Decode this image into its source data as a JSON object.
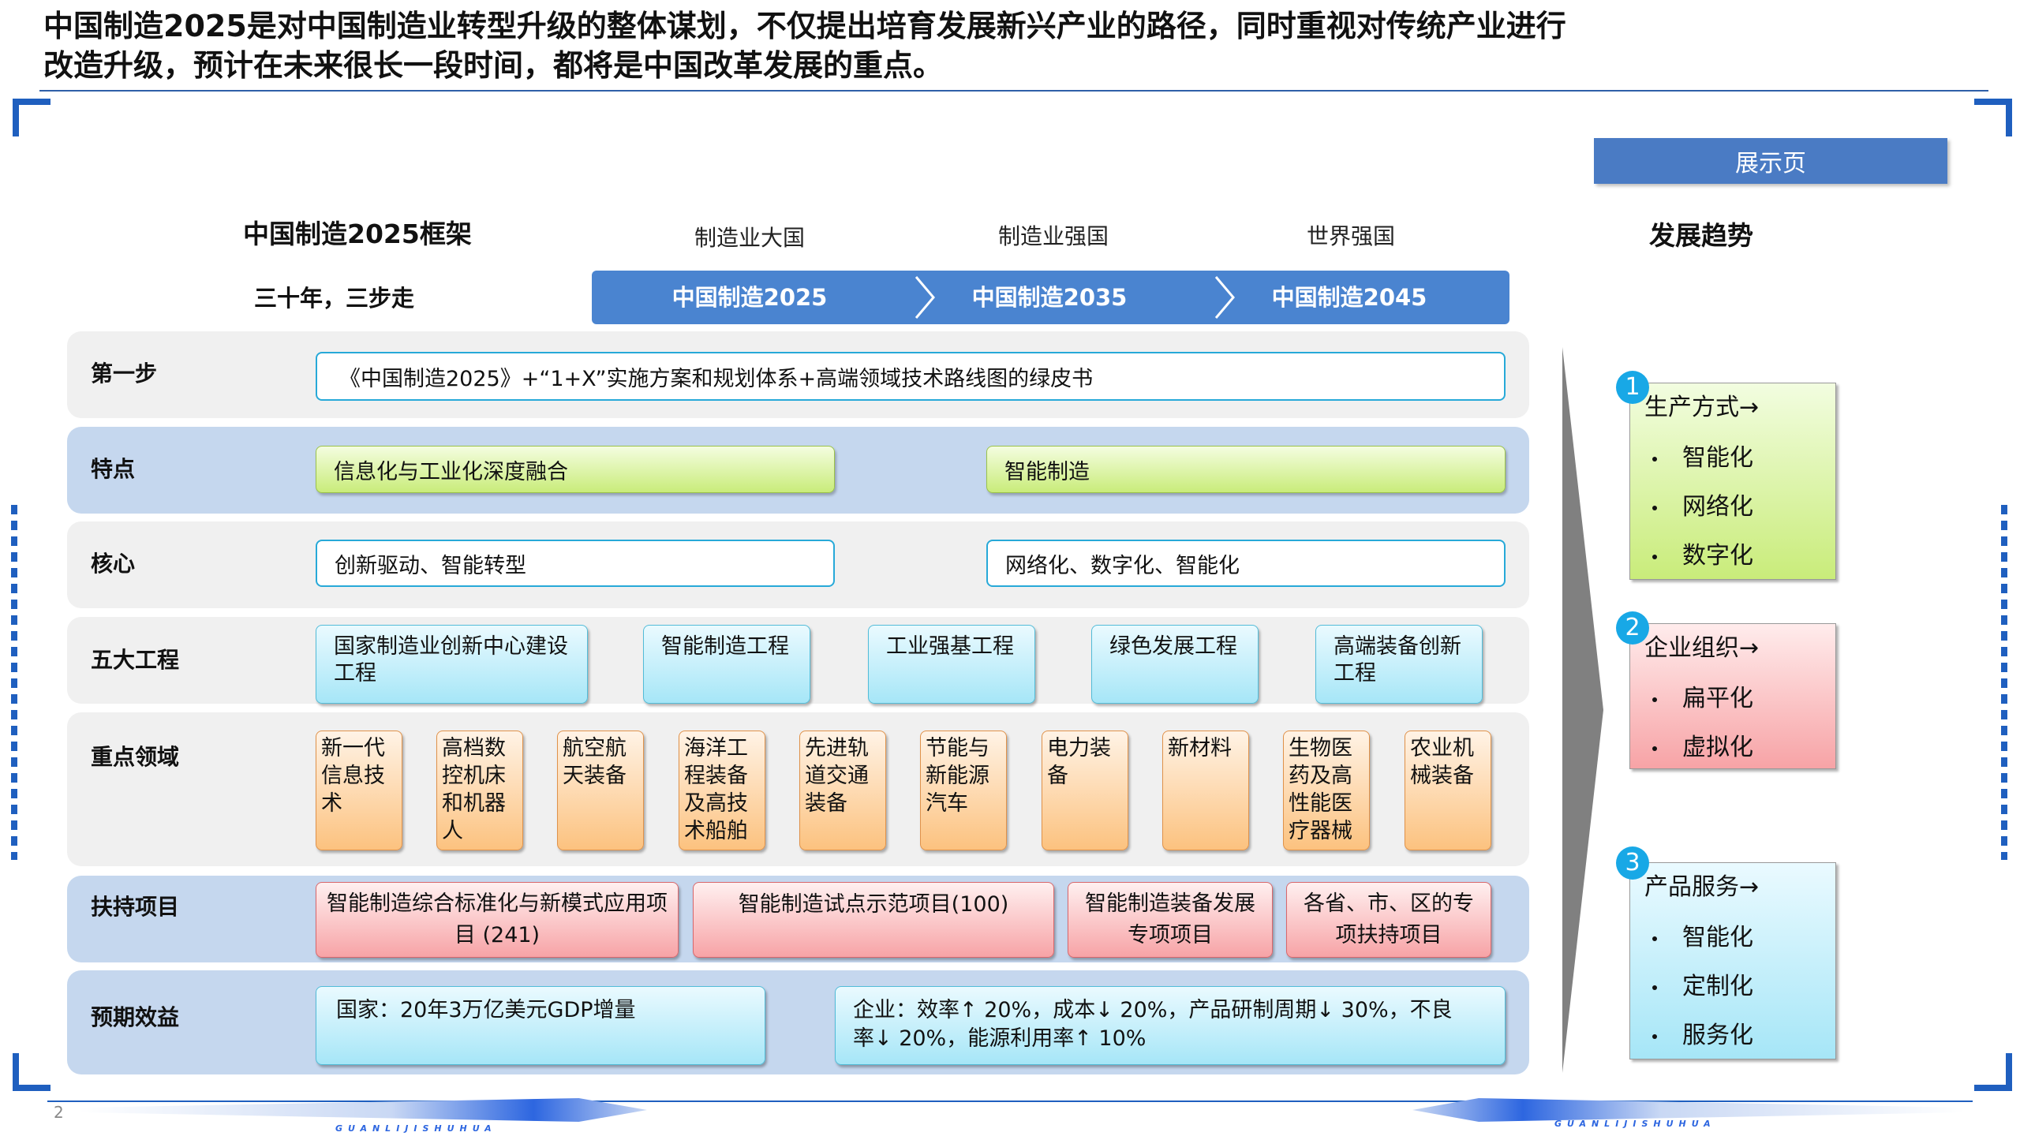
{
  "heading": {
    "line1": "中国制造2025是对中国制造业转型升级的整体谋划，不仅提出培育发展新兴产业的路径，同时重视对传统产业进行",
    "line2": "改造升级，预计在未来很长一段时间，都将是中国改革发展的重点。"
  },
  "tag": "展示页",
  "framework": {
    "title": "中国制造2025框架",
    "subtitle": "三十年，三步走",
    "stages": [
      "制造业大国",
      "制造业强国",
      "世界强国"
    ],
    "chevrons": [
      "中国制造2025",
      "中国制造2035",
      "中国制造2045"
    ]
  },
  "rows": {
    "step1": {
      "label": "第一步",
      "text": "《中国制造2025》+“1+X”实施方案和规划体系+高端领域技术路线图的绿皮书"
    },
    "feature": {
      "label": "特点",
      "items": [
        "信息化与工业化深度融合",
        "智能制造"
      ]
    },
    "core": {
      "label": "核心",
      "items": [
        "创新驱动、智能转型",
        "网络化、数字化、智能化"
      ]
    },
    "projects": {
      "label": "五大工程",
      "items": [
        "国家制造业创新中心建设工程",
        "智能制造工程",
        "工业强基工程",
        "绿色发展工程",
        "高端装备创新工程"
      ]
    },
    "fields": {
      "label": "重点领域",
      "items": [
        "新一代信息技术",
        "高档数控机床和机器人",
        "航空航天装备",
        "海洋工程装备及高技术船舶",
        "先进轨道交通装备",
        "节能与新能源汽车",
        "电力装备",
        "新材料",
        "生物医药及高性能医疗器械",
        "农业机械装备"
      ]
    },
    "support": {
      "label": "扶持项目",
      "items": [
        "智能制造综合标准化与新模式应用项目 (241)",
        "智能制造试点示范项目(100)",
        "智能制造装备发展专项项目",
        "各省、市、区的专项扶持项目"
      ]
    },
    "benefit": {
      "label": "预期效益",
      "national": "国家：20年3万亿美元GDP增量",
      "enterprise": "企业：效率↑ 20%，成本↓ 20%，产品研制周期↓ 30%，不良率↓ 20%，能源利用率↑ 10%"
    }
  },
  "trend": {
    "title": "发展趋势",
    "groups": [
      {
        "num": "1",
        "title": "生产方式→",
        "items": [
          "智能化",
          "网络化",
          "数字化"
        ],
        "color": "#c9ec7a"
      },
      {
        "num": "2",
        "title": "企业组织→",
        "items": [
          "扁平化",
          "虚拟化"
        ],
        "color": "#f7a3a6"
      },
      {
        "num": "3",
        "title": "产品服务→",
        "items": [
          "智能化",
          "定制化",
          "服务化"
        ],
        "color": "#a6e6f7"
      }
    ]
  },
  "footer": {
    "page": "2",
    "brand": "GUANLIJISHUHUA"
  }
}
